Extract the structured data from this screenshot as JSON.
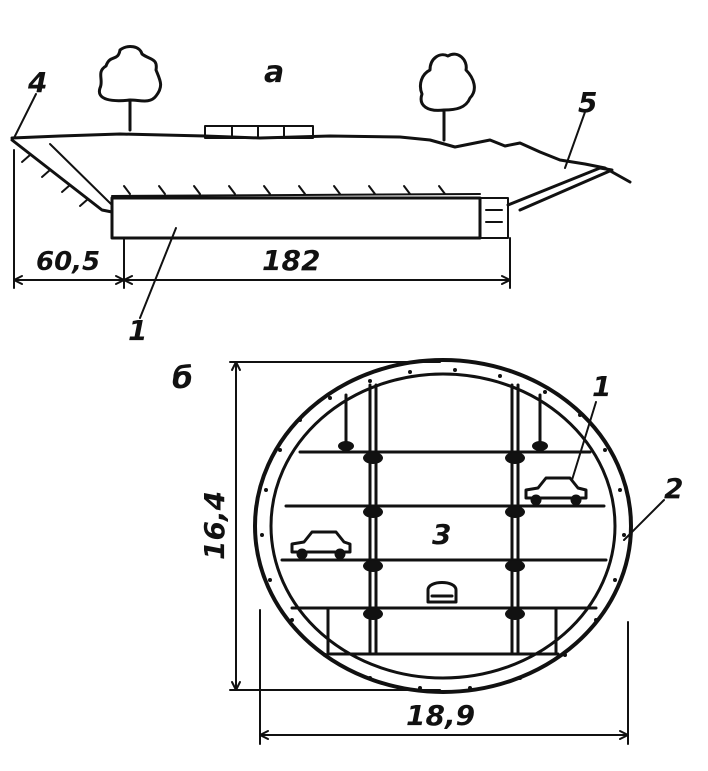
{
  "figure": {
    "panel_a_label": "а",
    "panel_b_label": "б",
    "profile": {
      "callout_1": "1",
      "callout_4": "4",
      "callout_5": "5",
      "dim_left": "60,5",
      "dim_main": "182"
    },
    "section": {
      "callout_1": "1",
      "callout_2": "2",
      "callout_3": "3",
      "dim_height": "16,4",
      "dim_width": "18,9"
    }
  }
}
